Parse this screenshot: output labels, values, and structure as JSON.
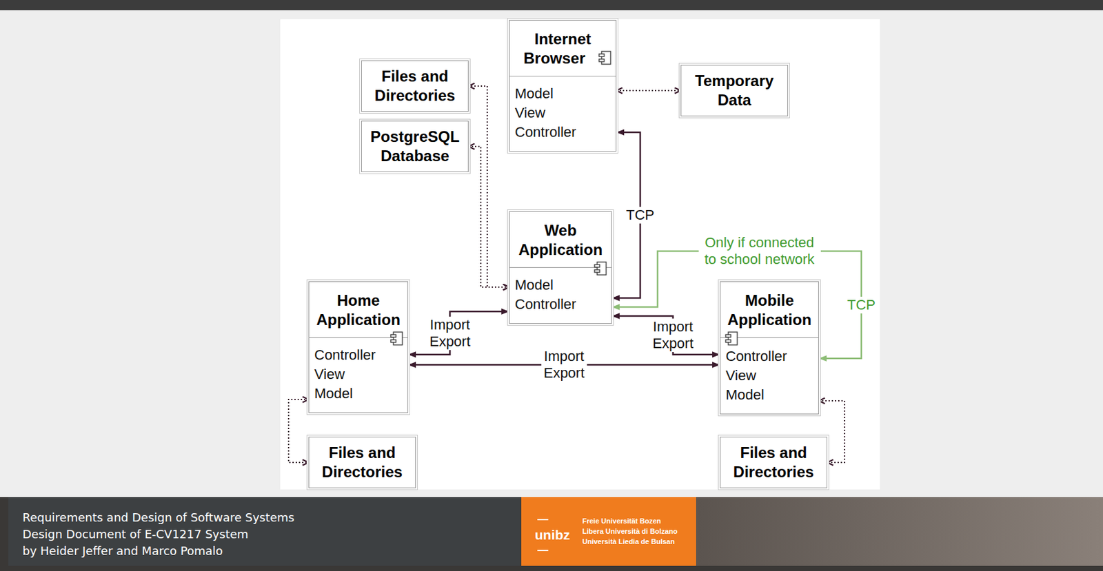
{
  "diagram": {
    "nodes": [
      {
        "text": [
          "Internet Browser",
          "Model View Controller"
        ]
      },
      {
        "text": [
          "Files and Directories"
        ]
      },
      {
        "text": [
          "Temporary Data"
        ]
      },
      {
        "text": [
          "PostgreSQL Database"
        ]
      },
      {
        "text": [
          "Web Application",
          "Model Controller"
        ]
      },
      {
        "text": [
          "Home Application",
          "Controller View Model"
        ]
      },
      {
        "text": [
          "Mobile Application",
          "Controller View Model"
        ]
      },
      {
        "text": [
          "Files and Directories"
        ]
      },
      {
        "text": [
          "Files and Directories"
        ]
      }
    ],
    "edges": [
      {
        "from": 0,
        "to": 2,
        "arrow": "both"
      },
      {
        "from": 4,
        "to": 1,
        "arrow": "both"
      },
      {
        "from": 4,
        "to": 3,
        "arrow": "both"
      },
      {
        "from": 4,
        "to": 0,
        "label": "TCP",
        "arrow": "both"
      },
      {
        "from": 5,
        "to": 4,
        "label": "Import Export",
        "arrow": "both"
      },
      {
        "from": 6,
        "to": 4,
        "label": "Import Export",
        "arrow": "both"
      },
      {
        "from": 5,
        "to": 6,
        "label": "Import Export",
        "arrow": "both"
      },
      {
        "from": 4,
        "to": 6,
        "label": "TCP",
        "arrow": "both"
      },
      {
        "from": 5,
        "to": 7,
        "arrow": "both"
      },
      {
        "from": 6,
        "to": 8,
        "arrow": "both"
      }
    ],
    "labels": [
      "Only if connected to school network",
      "Requirements and Design of Software Systems",
      "Design Document of E-CV1217 System",
      "by Heider Jeffer and Marco Pomalo",
      "unibz",
      "Freie Universität Bozen",
      "Libera Università di Bolzano",
      "Università Liedia de Bulsan"
    ]
  }
}
